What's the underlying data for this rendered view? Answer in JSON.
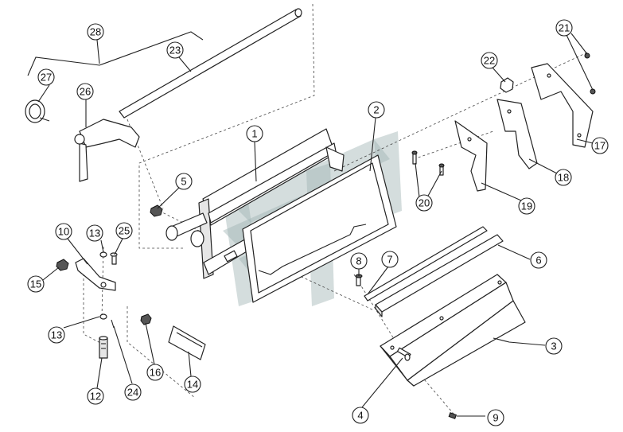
{
  "diagram": {
    "type": "exploded-parts-view",
    "watermark_color": "#9fb3b3",
    "balloons": [
      {
        "label": "1"
      },
      {
        "label": "2"
      },
      {
        "label": "3"
      },
      {
        "label": "4"
      },
      {
        "label": "5"
      },
      {
        "label": "6"
      },
      {
        "label": "7"
      },
      {
        "label": "8"
      },
      {
        "label": "9"
      },
      {
        "label": "10"
      },
      {
        "label": "12"
      },
      {
        "label": "13"
      },
      {
        "label": "13"
      },
      {
        "label": "14"
      },
      {
        "label": "15"
      },
      {
        "label": "16"
      },
      {
        "label": "17"
      },
      {
        "label": "18"
      },
      {
        "label": "19"
      },
      {
        "label": "20"
      },
      {
        "label": "21"
      },
      {
        "label": "22"
      },
      {
        "label": "23"
      },
      {
        "label": "24"
      },
      {
        "label": "25"
      },
      {
        "label": "26"
      },
      {
        "label": "27"
      },
      {
        "label": "28"
      }
    ]
  }
}
